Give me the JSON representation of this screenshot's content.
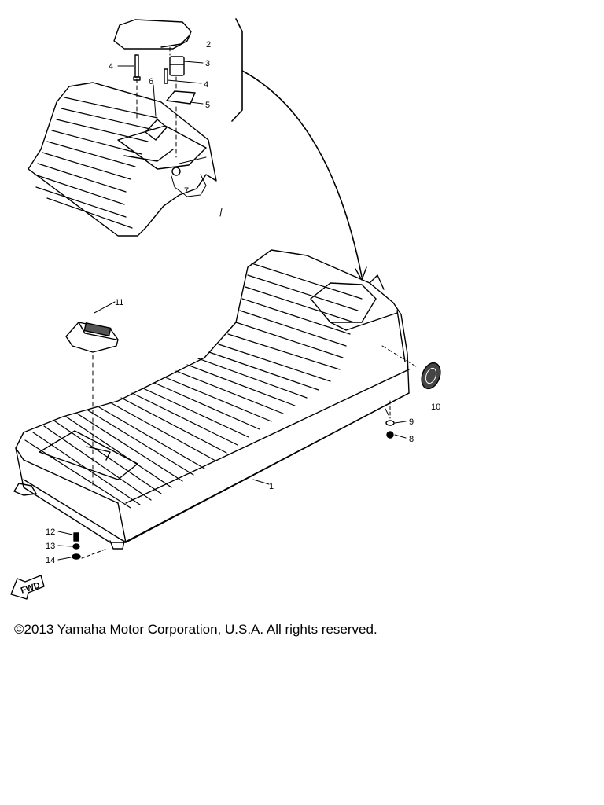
{
  "callouts": {
    "c1": "1",
    "c2": "2",
    "c3": "3",
    "c4a": "4",
    "c4b": "4",
    "c5": "5",
    "c6": "6",
    "c7": "7",
    "c8": "8",
    "c9": "9",
    "c10": "10",
    "c11": "11",
    "c12": "12",
    "c13": "13",
    "c14": "14"
  },
  "fwd_marker": "FWD",
  "copyright": "©2013 Yamaha Motor Corporation, U.S.A. All rights reserved."
}
